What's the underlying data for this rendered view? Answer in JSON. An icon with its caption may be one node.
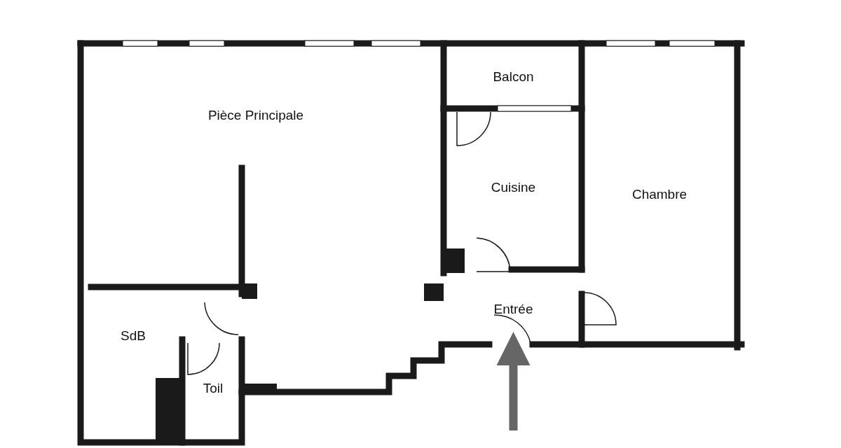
{
  "diagram": {
    "nodes": [
      {
        "text": [
          "Pièce Principale"
        ]
      },
      {
        "text": [
          "Balcon"
        ]
      },
      {
        "text": [
          "Cuisine"
        ]
      },
      {
        "text": [
          "Chambre"
        ]
      },
      {
        "text": [
          "Entrée"
        ]
      },
      {
        "text": [
          "SdB"
        ]
      },
      {
        "text": [
          "Toil"
        ]
      }
    ],
    "edges": [
      {
        "from": null,
        "to": 4,
        "arrow": "to"
      }
    ]
  }
}
